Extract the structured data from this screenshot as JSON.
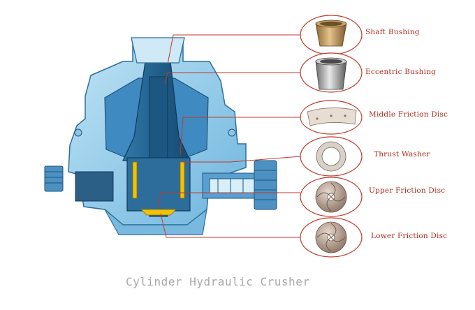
{
  "parts": [
    {
      "label": "Shaft Bushing",
      "icon": "shaft-bushing-icon"
    },
    {
      "label": "Eccentric Bushing",
      "icon": "eccentric-bushing-icon"
    },
    {
      "label": "Middle Friction Disc",
      "icon": "middle-friction-disc-icon"
    },
    {
      "label": "Thrust Washer",
      "icon": "thrust-washer-icon"
    },
    {
      "label": "Upper Friction Disc",
      "icon": "upper-friction-disc-icon"
    },
    {
      "label": "Lower Friction Disc",
      "icon": "lower-friction-disc-icon"
    }
  ],
  "caption": "Cylinder Hydraulic Crusher",
  "colors": {
    "leader_line": "#c0392b",
    "bubble_border": "#c0392b",
    "crusher_light": "#9fd3ec",
    "crusher_mid": "#5aa9d6",
    "crusher_dark": "#1f5f8f",
    "highlight": "#f2c200",
    "caption": "#a9a9a9"
  }
}
